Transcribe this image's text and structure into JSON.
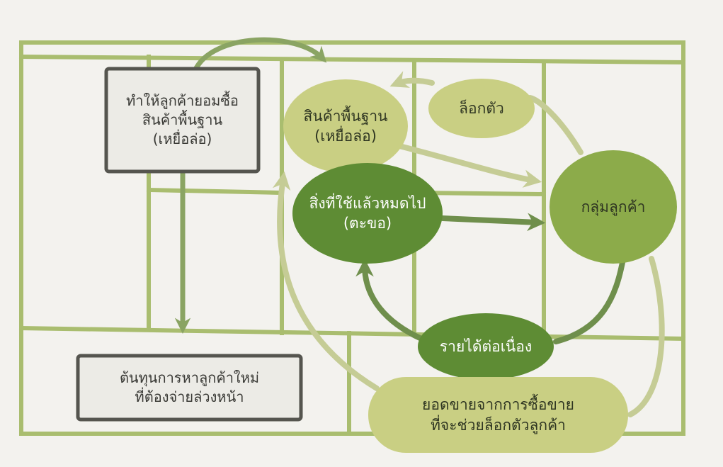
{
  "colors": {
    "background": "#f3f2ee",
    "grid_line": "#a9bd6f",
    "box_border": "#55554f",
    "light_green": "#c9cf83",
    "medium_green": "#8cab4a",
    "dark_green": "#5e8c34",
    "arrow_light": "#c5cc95",
    "arrow_dark": "#6f8f4c"
  },
  "boxes": {
    "lure_goal": "ทำให้ลูกค้ายอมซื้อ\nสินค้าพื้นฐาน\n(เหยื่อล่อ)",
    "upfront_cost": "ต้นทุนการหาลูกค้าใหม่\nที่ต้องจ่ายล่วงหน้า"
  },
  "nodes": {
    "basic_product": "สินค้าพื้นฐาน\n(เหยื่อล่อ)",
    "lock_in": "ล็อกตัว",
    "consumable": "สิ่งที่ใช้แล้วหมดไป\n(ตะขอ)",
    "customer_group": "กลุ่มลูกค้า",
    "recurring_revenue": "รายได้ต่อเนื่อง",
    "lock_in_sales": "ยอดขายจากการซื้อขาย\nที่จะช่วยล็อกตัวลูกค้า"
  }
}
